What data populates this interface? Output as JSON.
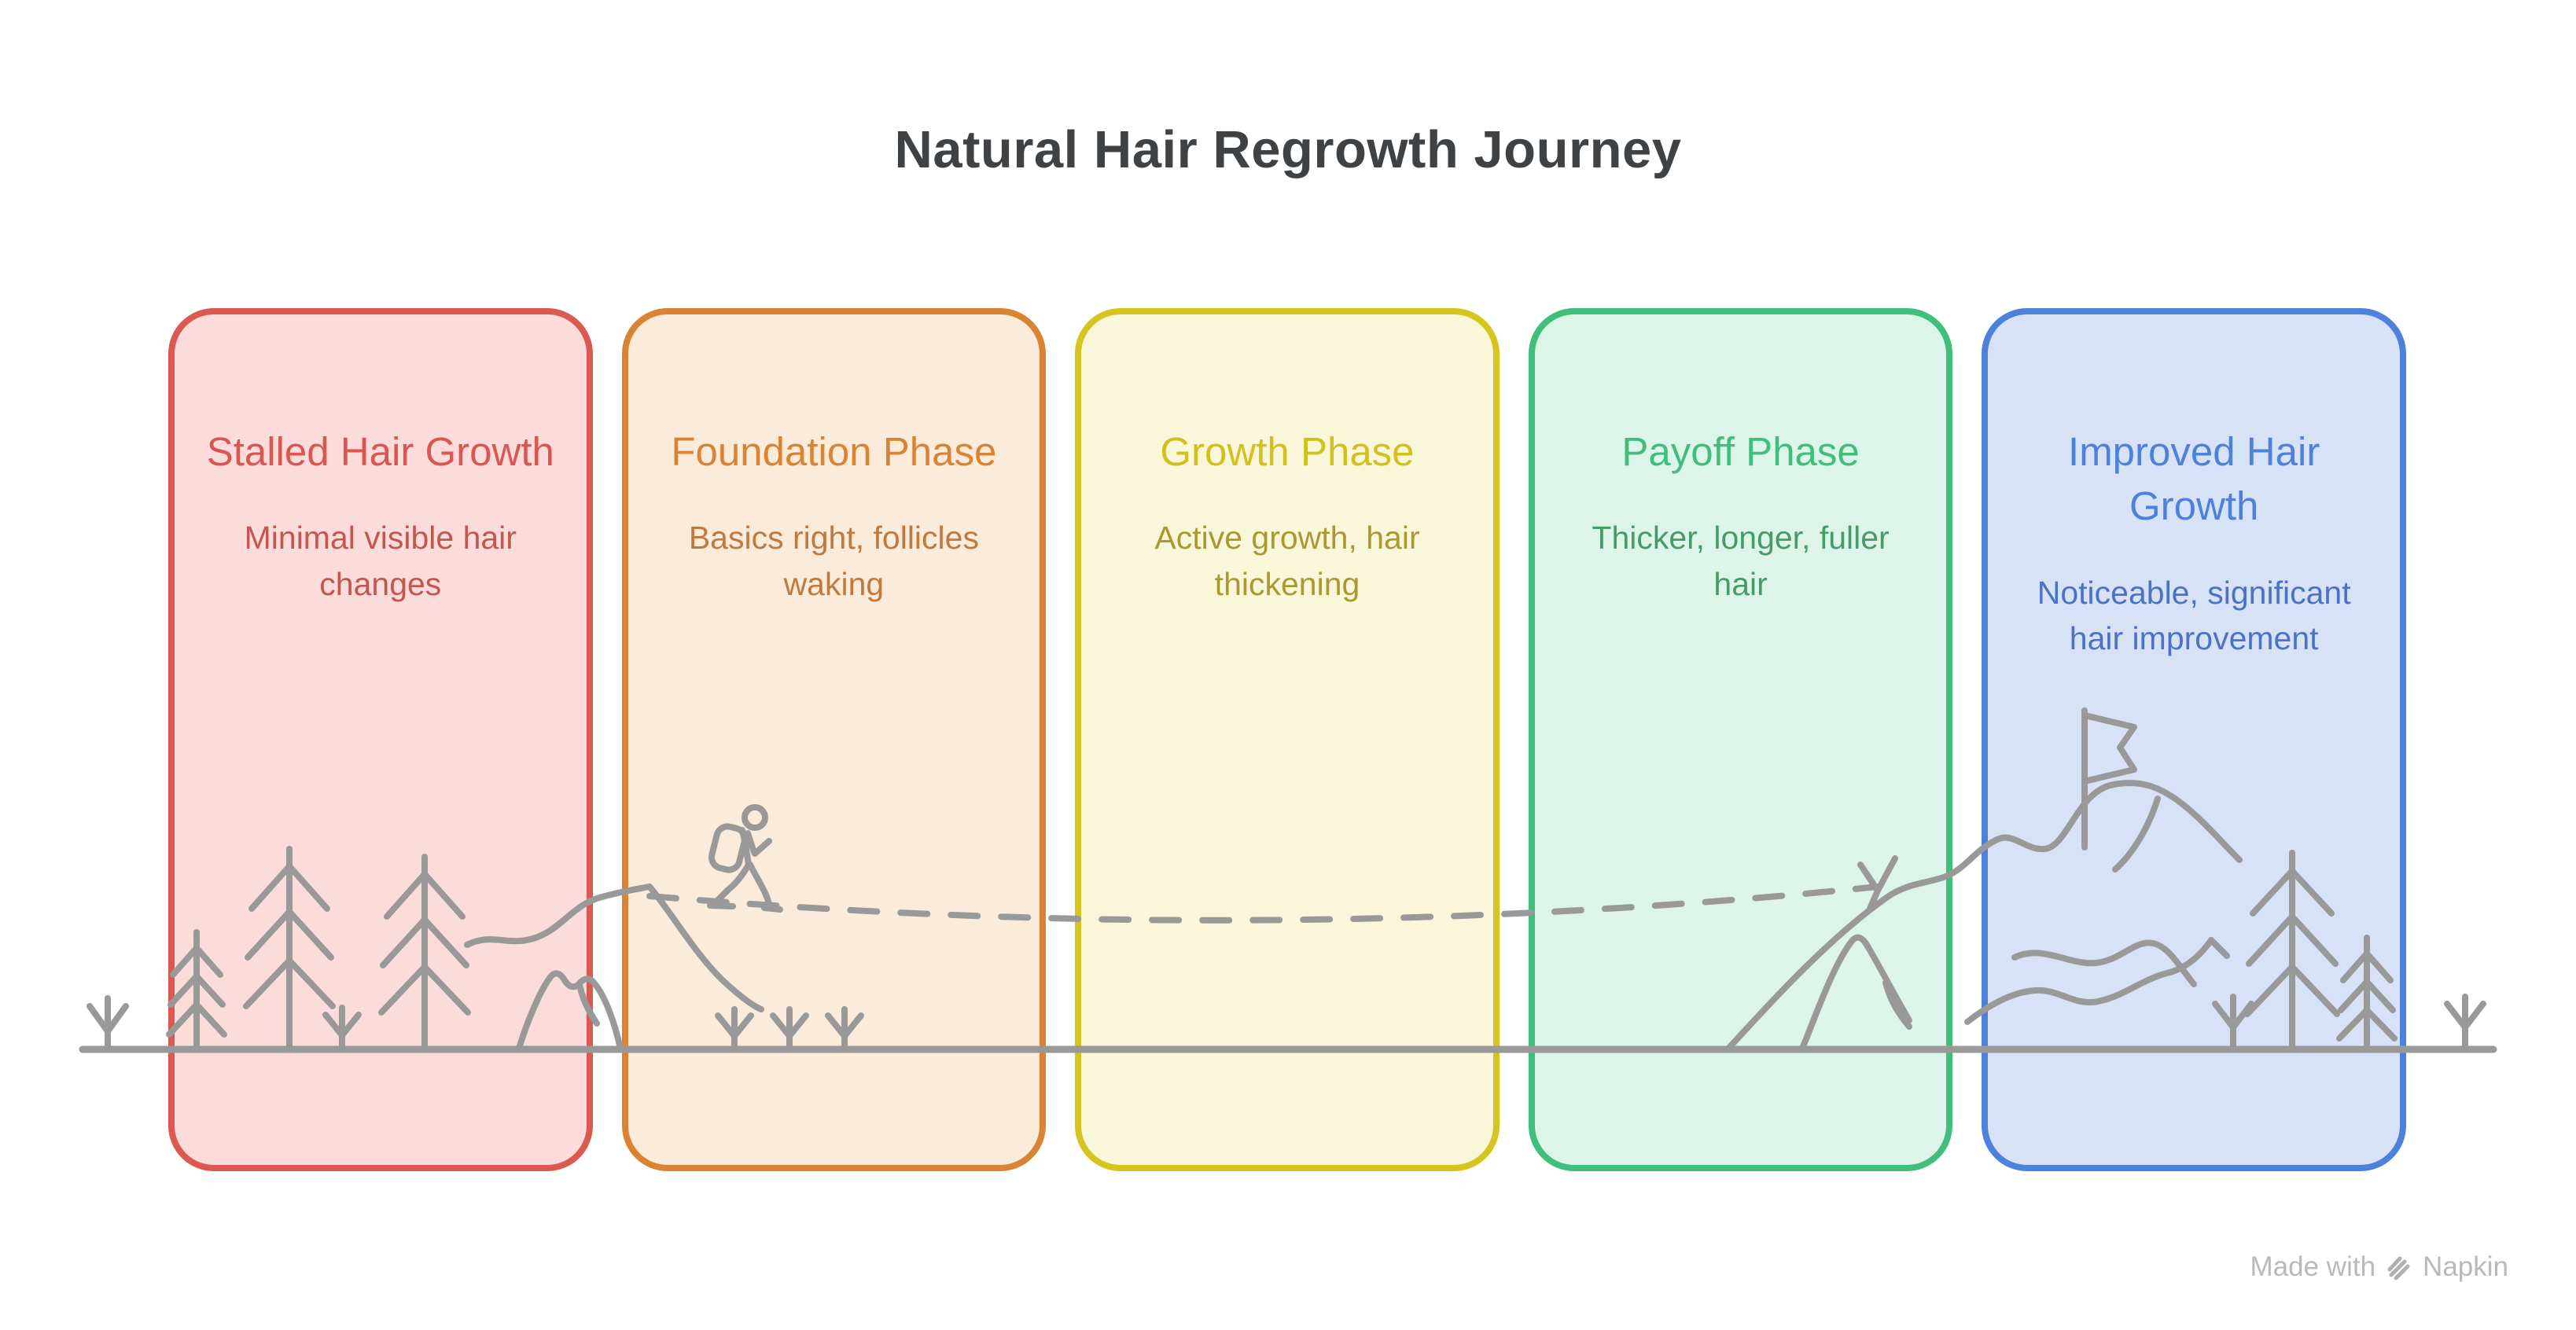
{
  "page": {
    "title": "Natural Hair Regrowth Journey",
    "title_color": "#3F4245",
    "background": "#FFFFFF"
  },
  "phases": [
    {
      "title": "Stalled Hair Growth",
      "description": "Minimal visible hair changes",
      "border_color": "#DC5952",
      "fill_color": "#FBDCDA",
      "title_color": "#D95750",
      "desc_color": "#C2574F"
    },
    {
      "title": "Foundation Phase",
      "description": "Basics right, follicles waking",
      "border_color": "#DA8433",
      "fill_color": "#FAEBDB",
      "title_color": "#DA8433",
      "desc_color": "#C07A40"
    },
    {
      "title": "Growth Phase",
      "description": "Active growth, hair thickening",
      "border_color": "#D6C51E",
      "fill_color": "#FAF6D9",
      "title_color": "#D0C11C",
      "desc_color": "#A89A31"
    },
    {
      "title": "Payoff Phase",
      "description": "Thicker, longer, fuller hair",
      "border_color": "#3FBE7C",
      "fill_color": "#DDF5E9",
      "title_color": "#3FBE7C",
      "desc_color": "#479B67"
    },
    {
      "title": "Improved Hair Growth",
      "description": "Noticeable, significant hair improvement",
      "border_color": "#4C82DC",
      "fill_color": "#D8E2F7",
      "title_color": "#4C82DC",
      "desc_color": "#4A73C7"
    }
  ],
  "illustration": {
    "stroke_color": "#999999",
    "elements": [
      "ground-line",
      "sprout",
      "pine-tree",
      "trail-hill",
      "double-hill",
      "hiker-with-backpack",
      "dashed-trail",
      "trail-end-arrow",
      "front-peak",
      "mountain-range",
      "ridge-fold",
      "hill-wave",
      "summit-flag"
    ]
  },
  "footer": {
    "made_with": "Made with",
    "brand": "Napkin",
    "color": "#B9B9B9"
  }
}
